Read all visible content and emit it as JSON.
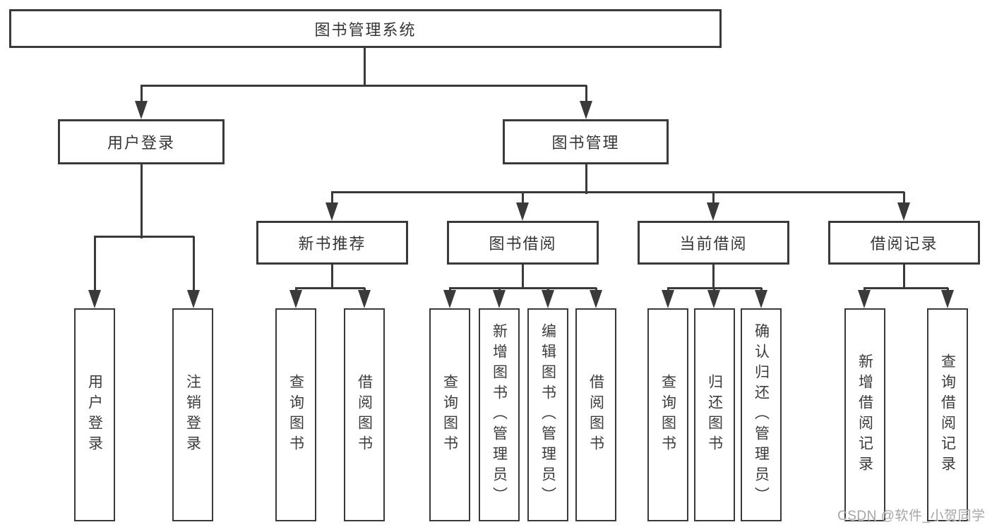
{
  "colors": {
    "line": "#3a3a3a",
    "text": "#353535",
    "background": "#ffffff",
    "watermark": "#969696"
  },
  "watermark": {
    "text": "CSDN @软件_小贺同学"
  },
  "tree": {
    "root": {
      "label": "图书管理系统"
    },
    "branches": [
      {
        "label": "用户登录",
        "children": [
          {
            "label": "用户登录"
          },
          {
            "label": "注销登录"
          }
        ]
      },
      {
        "label": "图书管理",
        "children": [
          {
            "label": "新书推荐",
            "children": [
              {
                "label": "查询图书"
              },
              {
                "label": "借阅图书"
              }
            ]
          },
          {
            "label": "图书借阅",
            "children": [
              {
                "label": "查询图书"
              },
              {
                "label": "新增图书（管理员）"
              },
              {
                "label": "编辑图书（管理员）"
              },
              {
                "label": "借阅图书"
              }
            ]
          },
          {
            "label": "当前借阅",
            "children": [
              {
                "label": "查询图书"
              },
              {
                "label": "归还图书"
              },
              {
                "label": "确认归还（管理员）"
              }
            ]
          },
          {
            "label": "借阅记录",
            "children": [
              {
                "label": "新增借阅记录"
              },
              {
                "label": "查询借阅记录"
              }
            ]
          }
        ]
      }
    ]
  }
}
